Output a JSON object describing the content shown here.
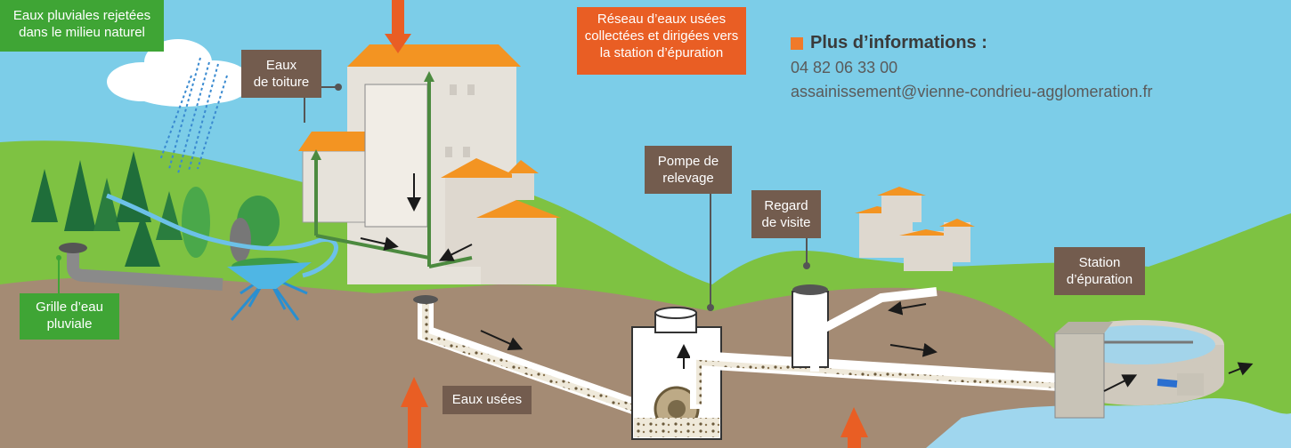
{
  "labels": {
    "eaux_pluviales": [
      "Eaux pluviales rejetées",
      "dans le milieu naturel"
    ],
    "eaux_toiture": [
      "Eaux",
      "de toiture"
    ],
    "reseau": [
      "Réseau d’eaux usées",
      "collectées et dirigées vers",
      "la station d’épuration"
    ],
    "pompe": [
      "Pompe de",
      "relevage"
    ],
    "regard": [
      "Regard",
      "de visite"
    ],
    "station": [
      "Station",
      "d’épuration"
    ],
    "grille": [
      "Grille d’eau",
      "pluviale"
    ],
    "eaux_usees": "Eaux usées"
  },
  "info": {
    "title": "Plus d’informations :",
    "phone": "04 82 06 33 00",
    "email": "assainissement@vienne-condrieu-agglomeration.fr"
  },
  "colors": {
    "sky": "#7ccde8",
    "grass": "#7ec242",
    "soil": "#a48b74",
    "roof": "#f39422",
    "label_green": "#3fa535",
    "label_brown": "#735c4e",
    "label_orange": "#e95e24"
  }
}
